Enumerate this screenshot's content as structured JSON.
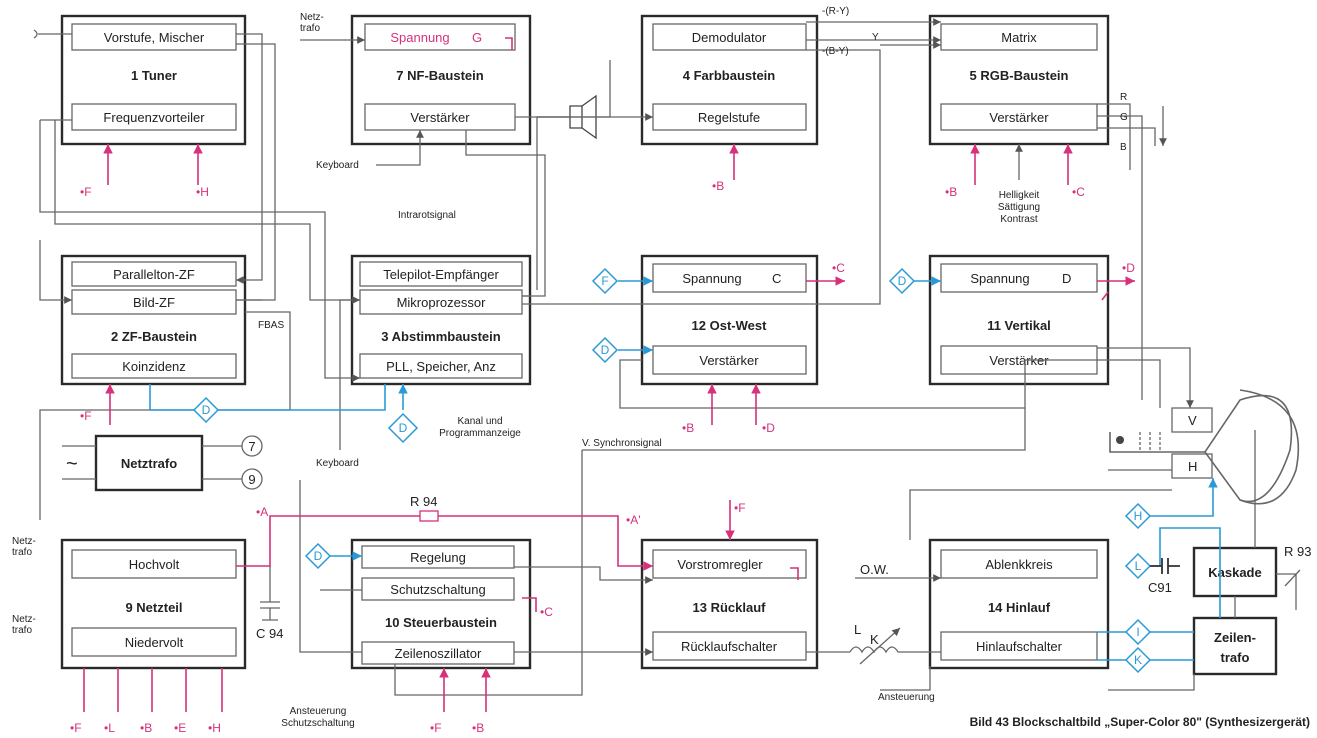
{
  "blocks": {
    "tuner": {
      "sub1": "Vorstufe, Mischer",
      "title": "1 Tuner",
      "sub2": "Frequenzvorteiler"
    },
    "nf": {
      "sub1": "Spannung",
      "sub1_suffix": "G",
      "title": "7 NF-Baustein",
      "sub2": "Verstärker"
    },
    "farb": {
      "sub1": "Demodulator",
      "title": "4 Farbbaustein",
      "sub2": "Regelstufe"
    },
    "rgb": {
      "sub1": "Matrix",
      "title": "5 RGB-Baustein",
      "sub2": "Verstärker"
    },
    "zf": {
      "sub1": "Parallelton-ZF",
      "sub2": "Bild-ZF",
      "title": "2 ZF-Baustein",
      "sub3": "Koinzidenz"
    },
    "abst": {
      "sub1": "Telepilot-Empfänger",
      "sub2": "Mikroprozessor",
      "title": "3 Abstimmbaustein",
      "sub3": "PLL, Speicher, Anz"
    },
    "ostwest": {
      "sub1": "Spannung",
      "sub1_suffix": "C",
      "title": "12 Ost-West",
      "sub2": "Verstärker"
    },
    "vertikal": {
      "sub1": "Spannung",
      "sub1_suffix": "D",
      "title": "11 Vertikal",
      "sub2": "Verstärker"
    },
    "netztrafo": {
      "title": "Netztrafo"
    },
    "netzteil": {
      "sub1": "Hochvolt",
      "title": "9 Netzteil",
      "sub2": "Niedervolt"
    },
    "steuer": {
      "sub1": "Regelung",
      "sub2": "Schutzschaltung",
      "title": "10 Steuerbaustein",
      "sub3": "Zeilenoszillator"
    },
    "ruecklauf": {
      "sub1": "Vorstromregler",
      "title": "13 Rücklauf",
      "sub2": "Rücklaufschalter"
    },
    "hinlauf": {
      "sub1": "Ablenkkreis",
      "title": "14 Hinlauf",
      "sub2": "Hinlaufschalter"
    },
    "kaskade": {
      "title": "Kaskade"
    },
    "zeilentrafo": {
      "line1": "Zeilen-",
      "line2": "trafo"
    }
  },
  "labels": {
    "netz_line1": "Netz-",
    "netz_line2": "trafo",
    "keyboard": "Keyboard",
    "intrarot": "Intrarotsignal",
    "fbas": "FBAS",
    "ry": "-(R-Y)",
    "by": "-(B-Y)",
    "y": "Y",
    "r": "R",
    "g": "G",
    "b": "B",
    "hell1": "Helligkeit",
    "hell2": "Sättigung",
    "hell3": "Kontrast",
    "kanal1": "Kanal und",
    "kanal2": "Programmanzeige",
    "vsync": "V. Synchronsignal",
    "r94": "R 94",
    "c94": "C 94",
    "c91": "C91",
    "r93": "R 93",
    "ow": "O.W.",
    "l": "L",
    "k": "K",
    "anst1": "Ansteuerung",
    "anst2": "Schutzschaltung",
    "anst3": "Ansteuerung",
    "node7": "7",
    "node9": "9",
    "tilde": "~"
  },
  "markers": {
    "F": "•F",
    "H": "•H",
    "B": "•B",
    "C": "•C",
    "D": "•D",
    "A": "•A",
    "A2": "•A'",
    "L": "•L",
    "E": "•E"
  },
  "diamonds": {
    "D": "D",
    "F": "F",
    "H": "H",
    "L": "L",
    "I": "I",
    "K": "K"
  },
  "tube_labels": {
    "v": "V",
    "h": "H"
  },
  "caption": "Bild 43    Blockschaltbild „Super-Color 80\" (Synthesizergerät)",
  "colors": {
    "pink": "#d6317a",
    "blue": "#2a9ad6",
    "line": "#666666"
  }
}
